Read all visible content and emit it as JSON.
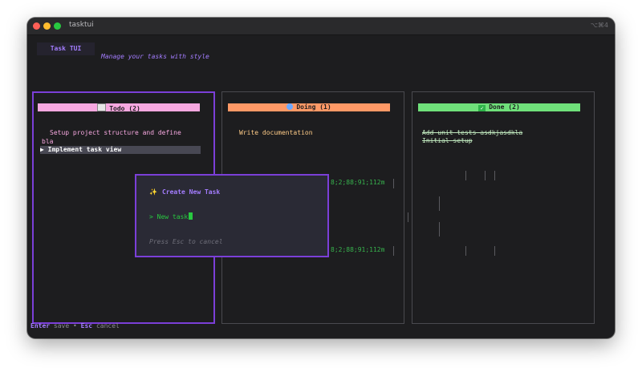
{
  "window": {
    "title": "tasktui",
    "shortcut": "⌥⌘4"
  },
  "app": {
    "tag": "Task TUI",
    "subtitle": "Manage your tasks with style"
  },
  "columns": {
    "todo": {
      "title": "Todo (2)",
      "color": "#f7a8e0",
      "tasks": [
        "Setup project structure and define",
        "bla",
        "▶ Implement task view"
      ]
    },
    "doing": {
      "title": "Doing (1)",
      "color": "#ff9966",
      "tasks": [
        "Write documentation"
      ]
    },
    "done": {
      "title": "Done (2)",
      "color": "#6fe07a",
      "tasks": [
        "Add unit tests asdkjasdkla",
        "Initial setup"
      ]
    }
  },
  "artifacts": {
    "escape_1": "8;2;88;91;112m",
    "escape_2": "8;2;88;91;112m"
  },
  "modal": {
    "title": "Create New Task",
    "prompt": ">",
    "input_value": "New task",
    "hint": "Press Esc to cancel"
  },
  "footer": {
    "save_key": "Enter",
    "save_label": "save",
    "separator": "•",
    "cancel_key": "Esc",
    "cancel_label": "cancel"
  },
  "colors": {
    "accent": "#7b3fd8",
    "accent_text": "#a47dff",
    "input_green": "#28c840",
    "selected_bg": "#484853"
  }
}
